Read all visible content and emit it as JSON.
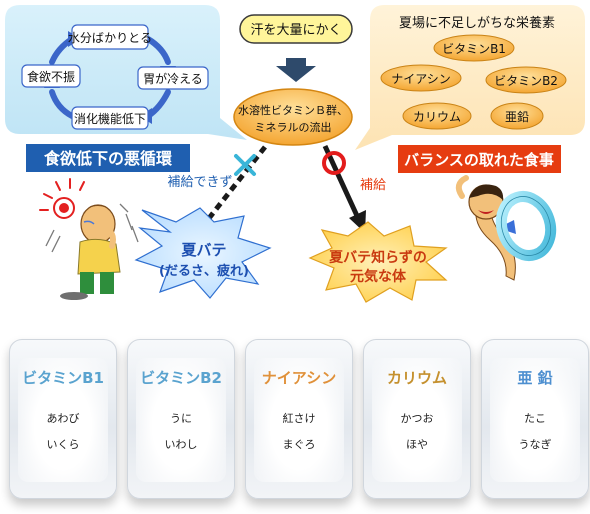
{
  "cycle": {
    "top": "水分ばかりとる",
    "left": "食欲不振",
    "right": "胃が冷える",
    "bottom": "消化機能低下"
  },
  "sweat_label": "汗を大量にかく",
  "loss_label": [
    "水溶性ビタミンＢ群、",
    "ミネラルの流出"
  ],
  "left_banner": "食欲低下の悪循環",
  "right_banner": "バランスの取れた食事",
  "nutrients_title": "夏場に不足しがちな栄養素",
  "nutrients": [
    "ビタミンB1",
    "ナイアシン",
    "ビタミンB2",
    "カリウム",
    "亜鉛"
  ],
  "no_supply_label": "補給できず",
  "supply_label": "補給",
  "fatigue_label": [
    "夏バテ",
    "(だるさ、疲れ)"
  ],
  "healthy_label": [
    "夏バテ知らずの",
    "元気な体"
  ],
  "cards": [
    {
      "title": "ビタミンB1",
      "foods": [
        "あわび",
        "いくら"
      ],
      "color": "#5aa3cf"
    },
    {
      "title": "ビタミンB2",
      "foods": [
        "うに",
        "いわし"
      ],
      "color": "#5aa3cf"
    },
    {
      "title": "ナイアシン",
      "foods": [
        "紅さけ",
        "まぐろ"
      ],
      "color": "#e0913a"
    },
    {
      "title": "カリウム",
      "foods": [
        "かつお",
        "ほや"
      ],
      "color": "#c5912f"
    },
    {
      "title": "亜 鉛",
      "foods": [
        "たこ",
        "うなぎ"
      ],
      "color": "#4d8fd0"
    }
  ],
  "colors": {
    "cycle_arrow": "#3b66c9",
    "left_banner_bg": "#1f5fb0",
    "right_banner_bg": "#e63c10",
    "pill_bg": "#f7b63e",
    "cross": "#39b5d8",
    "circle": "#e31c1c"
  }
}
